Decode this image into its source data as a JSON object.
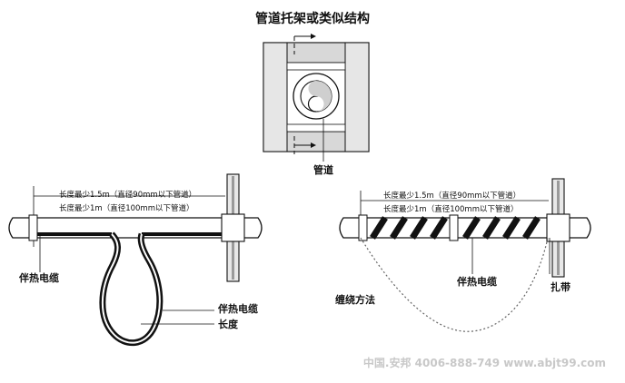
{
  "title": "管道托架或类似结构",
  "top_diagram": {
    "pipe_label": "管道"
  },
  "left_diagram": {
    "note_line1": "长度最少1.5m（直径90mm以下管道）",
    "note_line2": "长度最少1m（直径100mm以下管道）",
    "cable_label": "伴热电缆",
    "loop_cable_label": "伴热电缆",
    "length_label": "长度"
  },
  "right_diagram": {
    "note_line1": "长度最少1.5m（直径90mm以下管道）",
    "note_line2": "长度最少1m（直径100mm以下管道）",
    "cable_label": "伴热电缆",
    "method_label": "缠绕方法",
    "tie_label": "扎带"
  },
  "watermark": "中国.安邦 4006-888-749 www.abjt99.com",
  "colors": {
    "line": "#111111",
    "support_fill": "#e0e0e0",
    "support_dark": "#a8a8a8",
    "watermark": "#c8c8c8"
  }
}
